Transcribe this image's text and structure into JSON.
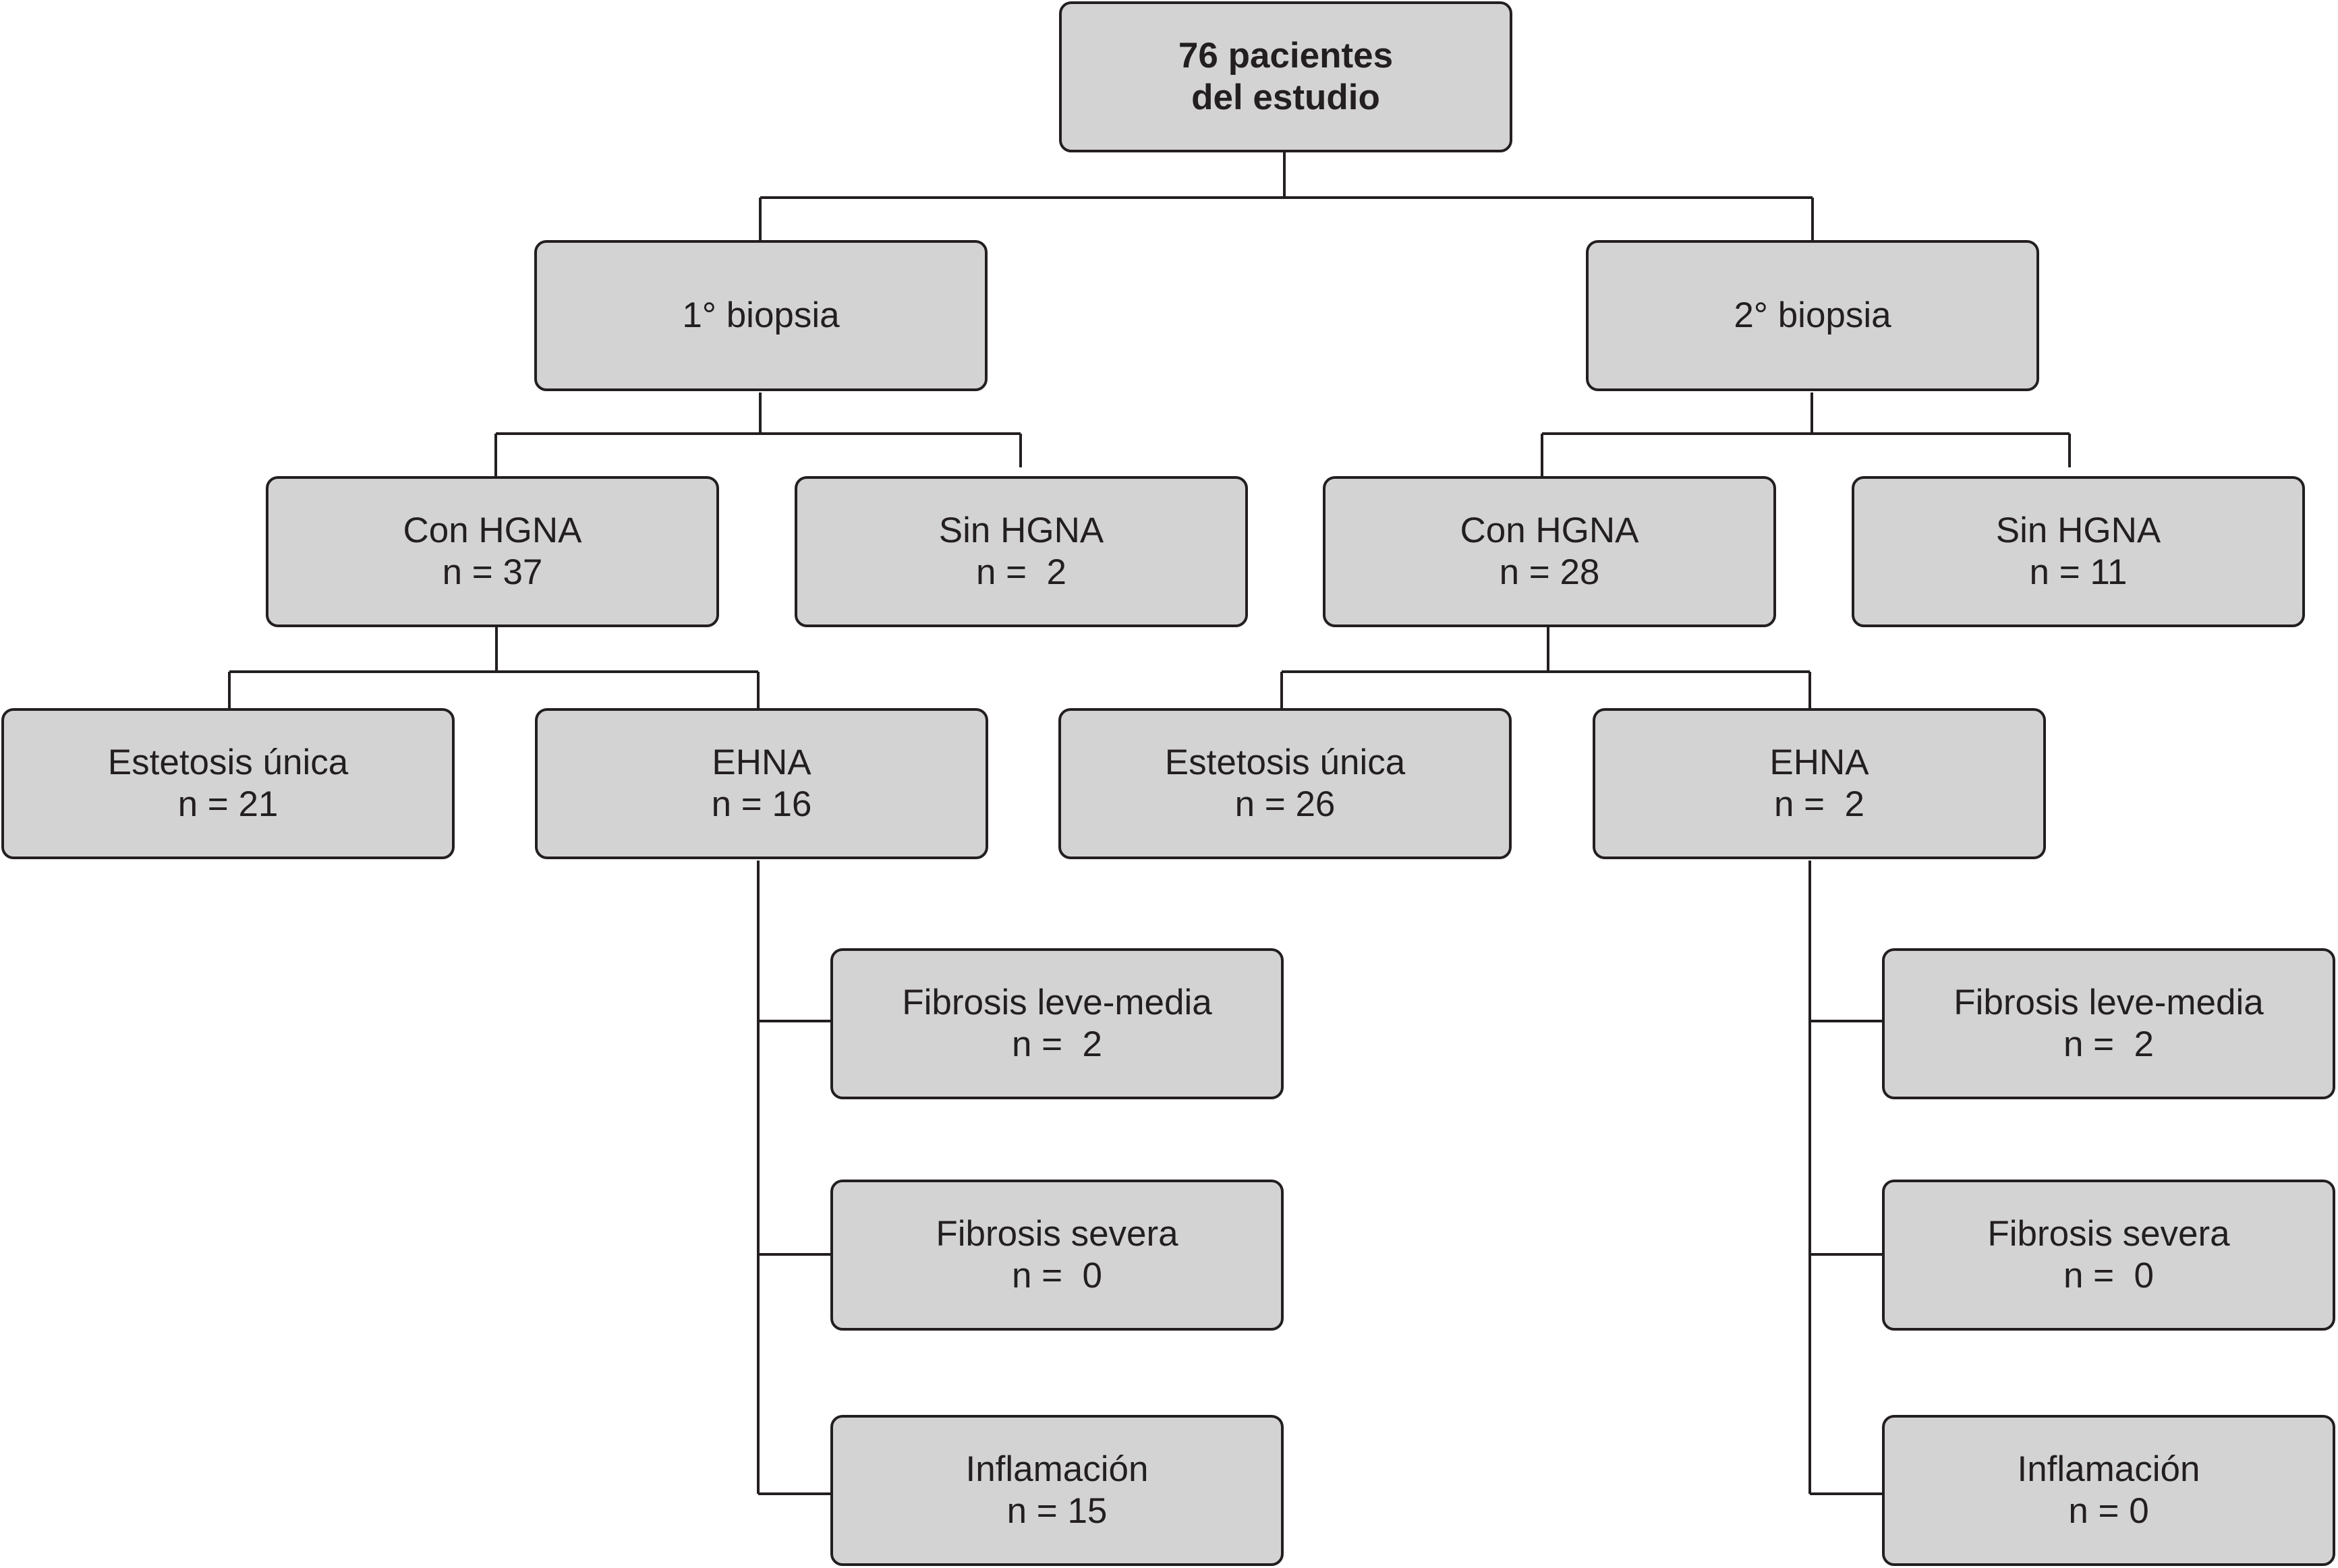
{
  "root": {
    "line1": "76 pacientes",
    "line2": "del estudio"
  },
  "biopsy1": {
    "label": "1° biopsia",
    "con": {
      "label": "Con HGNA",
      "n": "n = 37"
    },
    "sin": {
      "label": "Sin HGNA",
      "n": "n =  2"
    },
    "esteatosis": {
      "label": "Estetosis única",
      "n": "n = 21"
    },
    "ehna": {
      "label": "EHNA",
      "n": "n = 16"
    },
    "fibrosis_leve": {
      "label": "Fibrosis leve-media",
      "n": "n =  2"
    },
    "fibrosis_severa": {
      "label": "Fibrosis severa",
      "n": "n =  0"
    },
    "inflamacion": {
      "label": "Inflamación",
      "n": "n = 15"
    }
  },
  "biopsy2": {
    "label": "2° biopsia",
    "con": {
      "label": "Con HGNA",
      "n": "n = 28"
    },
    "sin": {
      "label": "Sin HGNA",
      "n": "n = 11"
    },
    "esteatosis": {
      "label": "Estetosis única",
      "n": "n = 26"
    },
    "ehna": {
      "label": "EHNA",
      "n": "n =  2"
    },
    "fibrosis_leve": {
      "label": "Fibrosis leve-media",
      "n": "n =  2"
    },
    "fibrosis_severa": {
      "label": "Fibrosis severa",
      "n": "n =  0"
    },
    "inflamacion": {
      "label": "Inflamación",
      "n": "n = 0"
    }
  }
}
